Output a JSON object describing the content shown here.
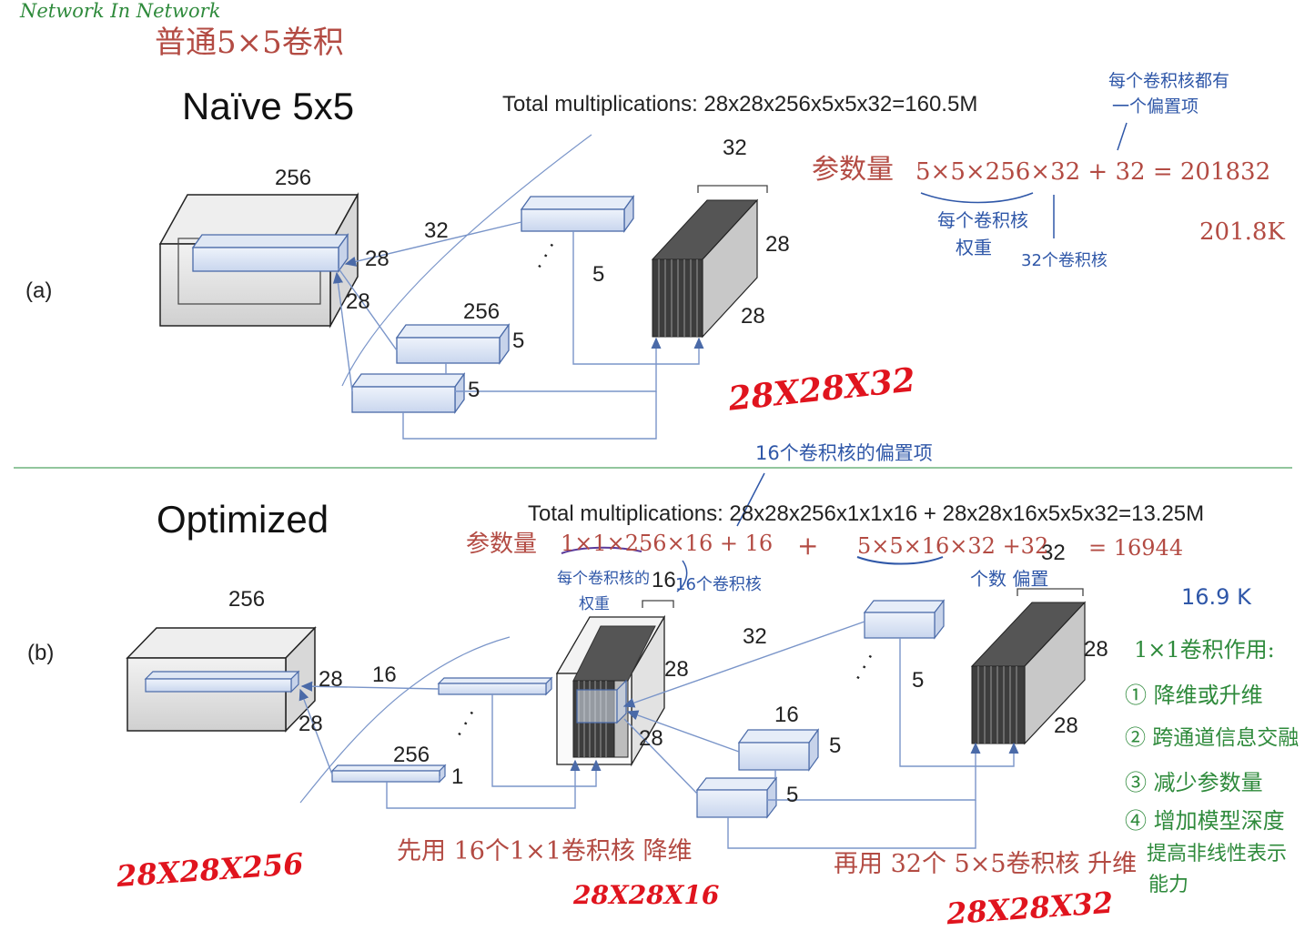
{
  "header": {
    "nin_title": "Network In Network",
    "naive_note": "普通5×5卷积"
  },
  "naive": {
    "title": "Naïve 5x5",
    "panel_label": "(a)",
    "total_mult": "Total multiplications: 28x28x256x5x5x32=160.5M",
    "labels": {
      "input_depth": "256",
      "input_h": "28",
      "input_w": "28",
      "filters_32": "32",
      "filter_depth": "256",
      "filter_k1": "5",
      "filter_k2": "5",
      "ellipsis": ". . .",
      "mid_5": "5",
      "out_depth": "32",
      "out_h": "28",
      "out_w": "28"
    },
    "notes": {
      "params_label": "参数量",
      "params_formula": "5×5×256×32 + 32 = 201832",
      "bias_note_1": "每个卷积核都有",
      "bias_note_2": "一个偏置项",
      "weights_note_1": "每个卷积核",
      "weights_note_2": "权重",
      "kernels_note": "32个卷积核",
      "result_k": "201.8K",
      "out_dims": "28X28X32"
    }
  },
  "optimized": {
    "title": "Optimized",
    "panel_label": "(b)",
    "total_mult": "Total multiplications: 28x28x256x1x1x16 + 28x28x16x5x5x32=13.25M",
    "labels": {
      "input_depth": "256",
      "input_h": "28",
      "input_w": "28",
      "filters_16": "16",
      "filter1_depth": "256",
      "filter1_k": "1",
      "ellipsis1": ". . .",
      "mid_depth": "16",
      "mid_h": "28",
      "mid_w": "28",
      "filters_32": "32",
      "filter2_depth": "16",
      "filter2_k1": "5",
      "filter2_k2": "5",
      "ellipsis2": ". . .",
      "mid_5": "5",
      "out_depth": "32",
      "out_h": "28",
      "out_w": "28"
    },
    "notes": {
      "bias16_note": "16个卷积核的偏置项",
      "params_label": "参数量",
      "params_part1": "1×1×256×16 + 16",
      "plus": "+",
      "params_part2": "5×5×16×32 +32",
      "params_result": "= 16944",
      "w_note_1": "每个卷积核的",
      "w_note_2": "权重",
      "k16_note": "16个卷积核",
      "bias32_note": "个数 偏置",
      "result_k": "16.9 K",
      "step1": "先用 16个1×1卷积核  降维",
      "step2": "再用 32个 5×5卷积核 升维",
      "dims_in": "28X28X256",
      "dims_mid": "28X28X16",
      "dims_out": "28X28X32",
      "role_title": "1×1卷积作用:",
      "role_1": "① 降维或升维",
      "role_2": "② 跨通道信息交融",
      "role_3": "③ 减少参数量",
      "role_4": "④ 增加模型深度",
      "role_4b": "提高非线性表示",
      "role_4c": "能力"
    }
  },
  "colors": {
    "filter_fill": "#dfe7f4",
    "filter_stroke": "#4a6aa8",
    "connector": "#7a95c9",
    "divider": "#6fb47d",
    "output_dark": "#3a3a3a",
    "box_gray": "#cfcfcf"
  }
}
